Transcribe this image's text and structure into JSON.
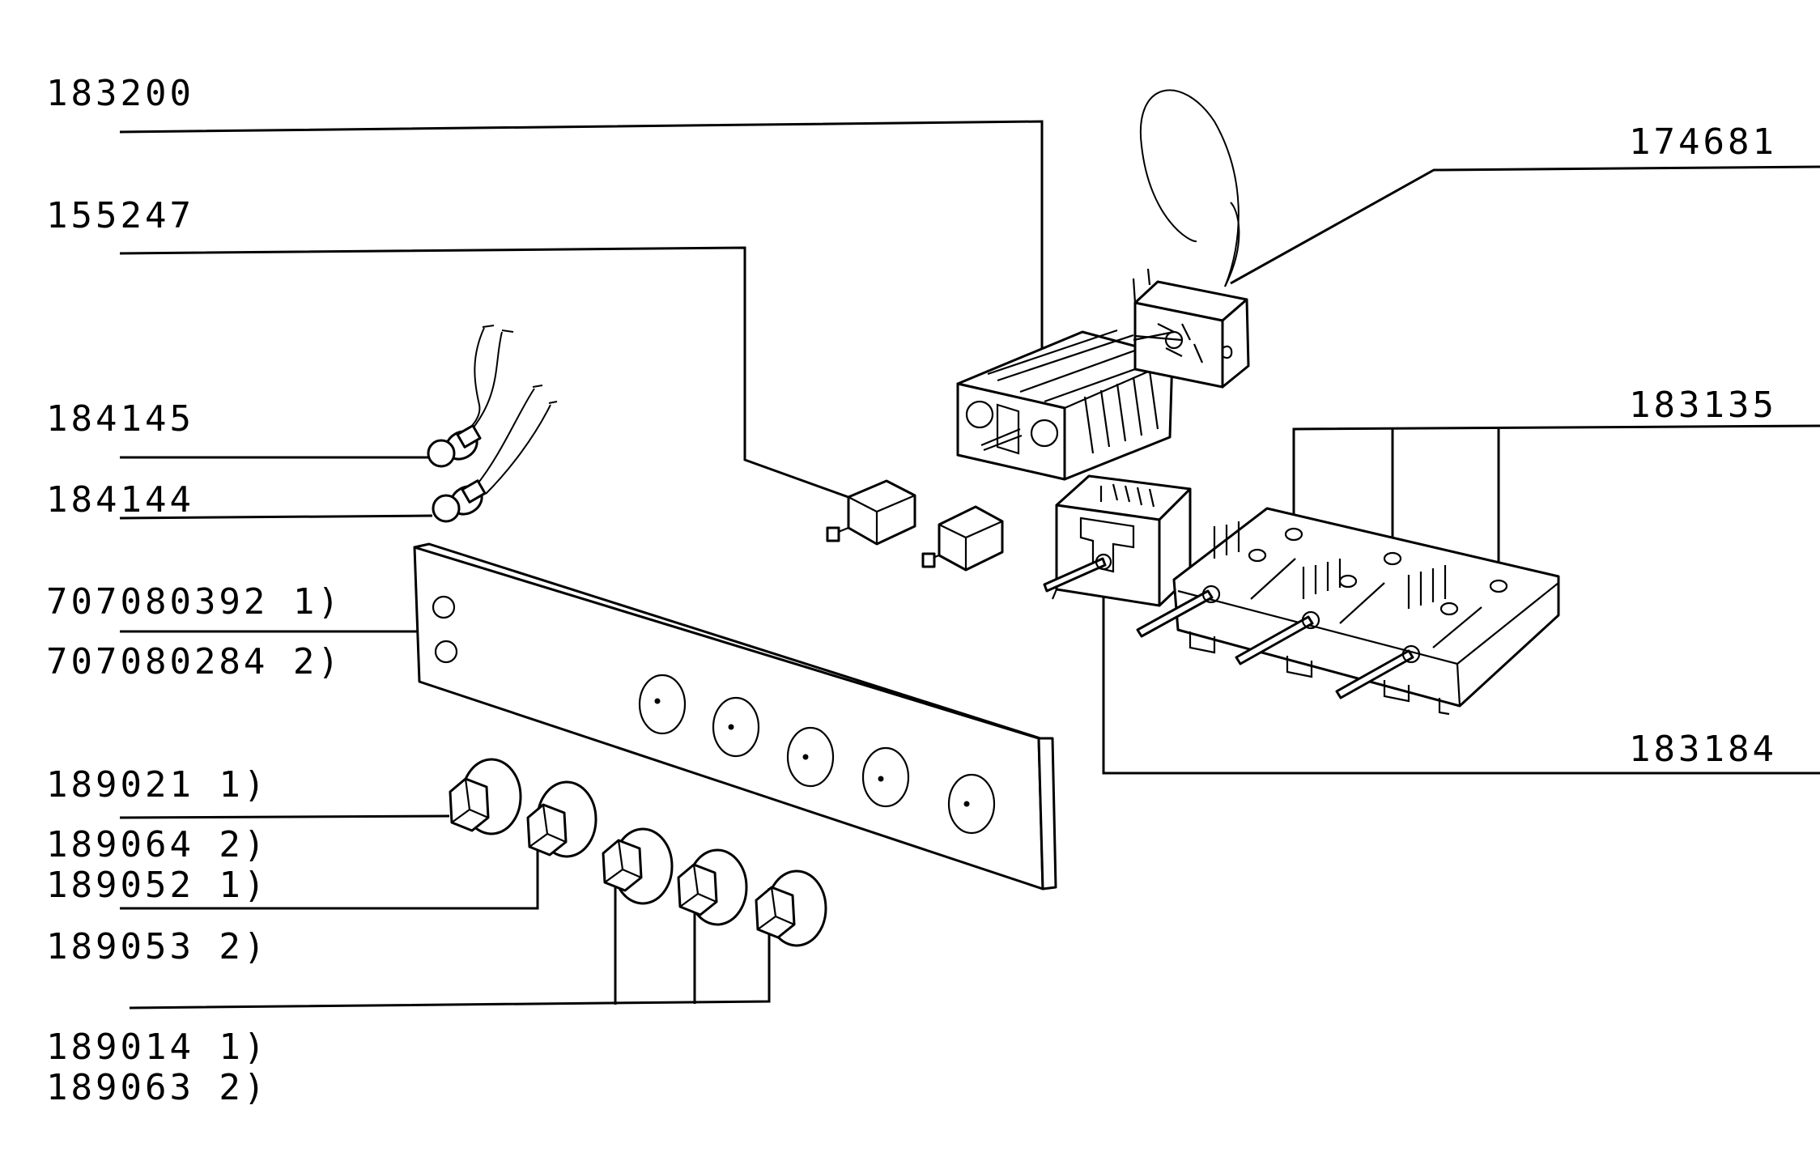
{
  "labels": {
    "l183200": "183200",
    "l155247": "155247",
    "l184145": "184145",
    "l184144": "184144",
    "l707080392": "707080392 1)",
    "l707080284": "707080284 2)",
    "l189021": "189021 1)",
    "l189064": "189064 2)",
    "l189052": "189052 1)",
    "l189053": "189053 2)",
    "l189014": "189014 1)",
    "l189063": "189063 2)",
    "l174681": "174681",
    "l183135": "183135",
    "l183184": "183184"
  }
}
